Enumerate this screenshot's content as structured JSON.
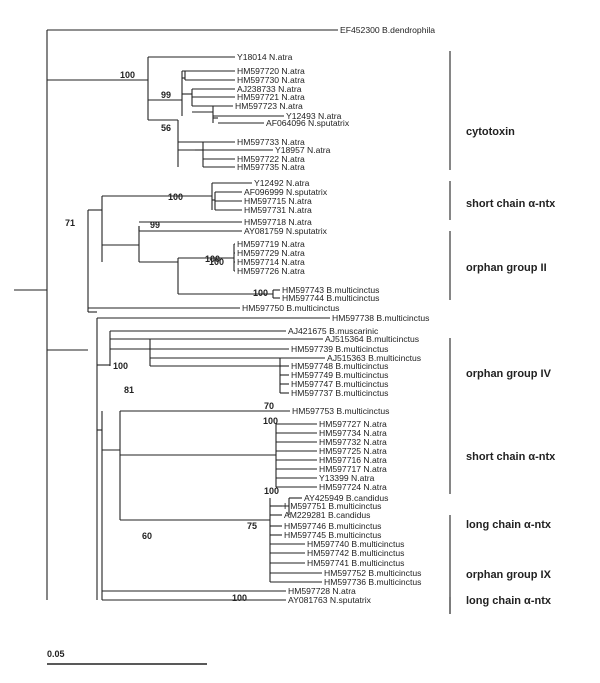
{
  "taxa": [
    "EF452300 B.dendrophila",
    "Y18014 N.atra",
    "HM597720 N.atra",
    "HM597730 N.atra",
    "AJ238733 N.atra",
    "HM597721 N.atra",
    "HM597723 N.atra",
    "Y12493 N.atra",
    "AF064096 N.sputatrix",
    "HM597733 N.atra",
    "Y18957 N.atra",
    "HM597722 N.atra",
    "HM597735 N.atra",
    "Y12492 N.atra",
    "AF096999 N.sputatrix",
    "HM597715 N.atra",
    "HM597731 N.atra",
    "HM597718 N.atra",
    "AY081759 N.sputatrix",
    "HM597719 N.atra",
    "HM597729 N.atra",
    "HM597714 N.atra",
    "HM597726 N.atra",
    "HM597743 B.multicinctus",
    "HM597744 B.multicinctus",
    "HM597750 B.multicinctus",
    "HM597738 B.multicinctus",
    "AJ421675 B.muscarinic",
    "AJ515364 B.multicinctus",
    "HM597739 B.multicinctus",
    "AJ515363 B.multicinctus",
    "HM597748 B.multicinctus",
    "HM597749 B.multicinctus",
    "HM597747 B.multicinctus",
    "HM597737 B.multicinctus",
    "HM597753 B.multicinctus",
    "HM597727 N.atra",
    "HM597734 N.atra",
    "HM597732 N.atra",
    "HM597725 N.atra",
    "HM597716 N.atra",
    "HM597717 N.atra",
    "Y13399 N.atra",
    "HM597724 N.atra",
    "AY425949 B.candidus",
    "HM597751 B.multicinctus",
    "AM229281 B.candidus",
    "HM597746 B.multicinctus",
    "HM597745 B.multicinctus",
    "HM597740 B.multicinctus",
    "HM597742 B.multicinctus",
    "HM597741 B.multicinctus",
    "HM597752 B.multicinctus",
    "HM597736 B.multicinctus",
    "HM597728 N.atra",
    "AY081763 N.sputatrix"
  ],
  "bootstrap": [
    "100",
    "99",
    "56",
    "100",
    "99",
    "71",
    "100",
    "100",
    "100",
    "100",
    "81",
    "70",
    "100",
    "100",
    "60",
    "75",
    "100"
  ],
  "groups": [
    "cytotoxin",
    "short chain α-ntx",
    "orphan group II",
    "orphan group IV",
    "short chain α-ntx",
    "long chain α-ntx",
    "orphan group IX",
    "long chain α-ntx"
  ],
  "scale_label": "0.05"
}
